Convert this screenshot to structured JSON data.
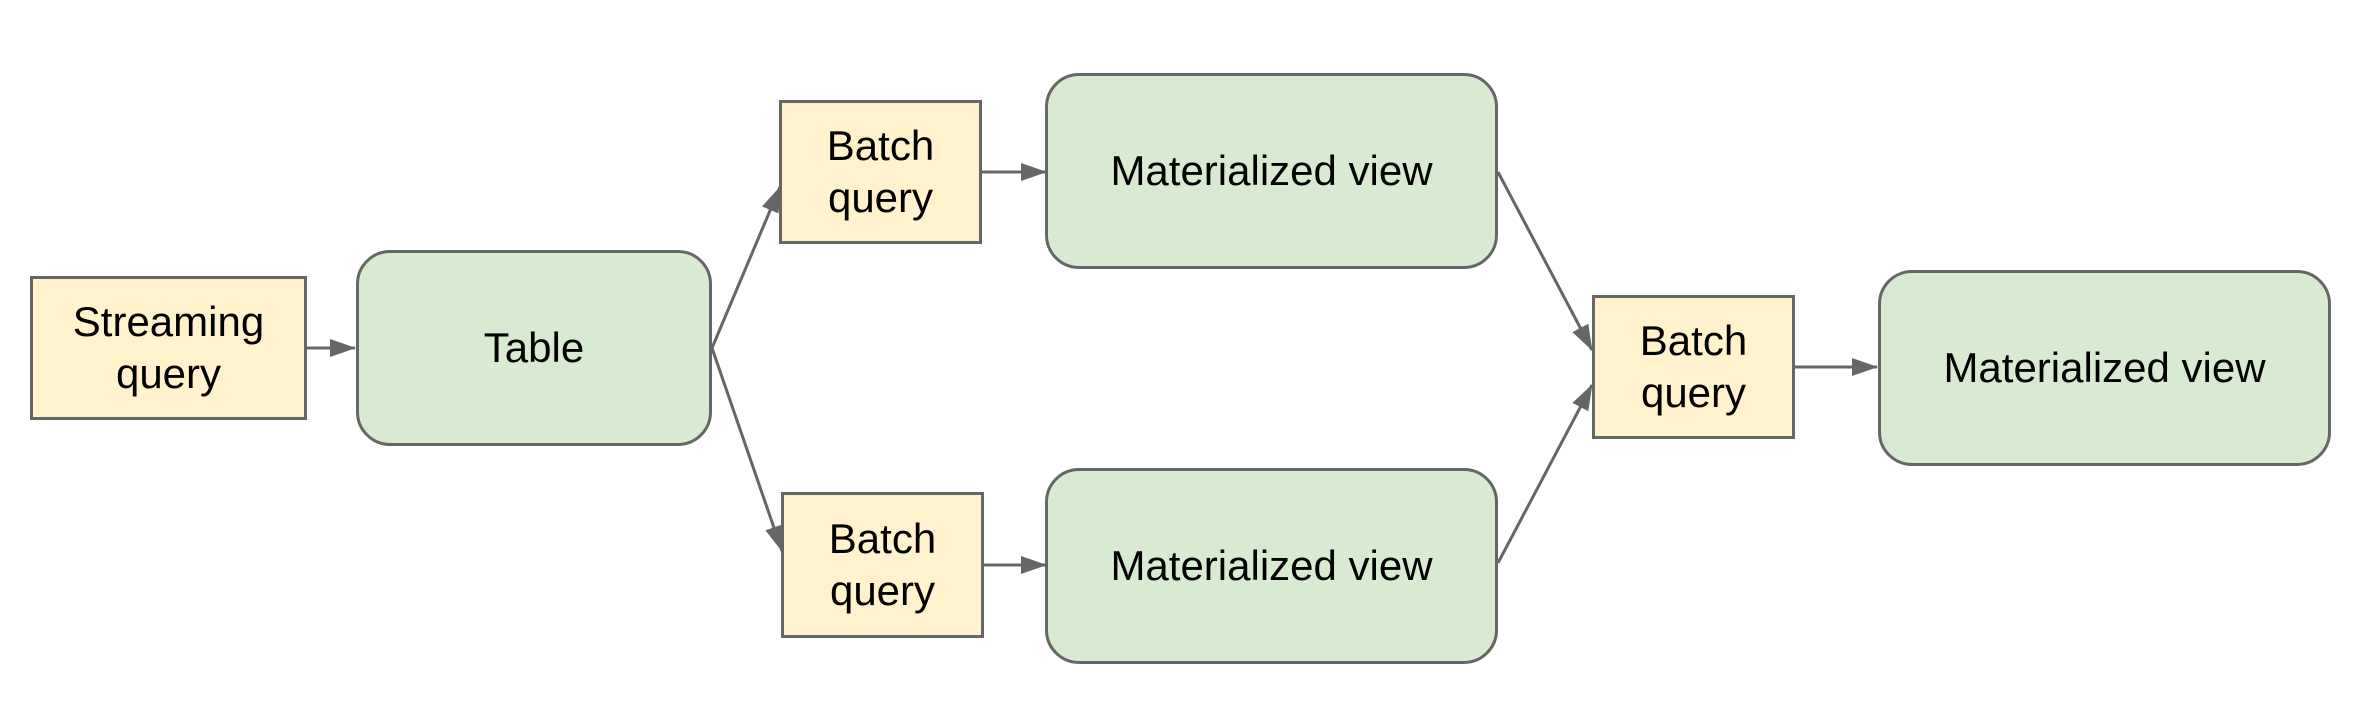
{
  "diagram": {
    "colors": {
      "background": "#ffffff",
      "query_box_fill": "#fff2cc",
      "green_box_fill": "#d9ead3",
      "box_border": "#666666",
      "arrow": "#666666",
      "label_text": "#000000"
    },
    "nodes": {
      "streaming_query": {
        "label": "Streaming query",
        "kind": "query"
      },
      "table": {
        "label": "Table",
        "kind": "view"
      },
      "batch_query_top": {
        "label": "Batch query",
        "kind": "query"
      },
      "materialized_view_top": {
        "label": "Materialized view",
        "kind": "view"
      },
      "batch_query_bottom": {
        "label": "Batch query",
        "kind": "query"
      },
      "materialized_view_bottom": {
        "label": "Materialized view",
        "kind": "view"
      },
      "batch_query_right": {
        "label": "Batch query",
        "kind": "query"
      },
      "materialized_view_right": {
        "label": "Materialized view",
        "kind": "view"
      }
    },
    "edges": [
      {
        "from": "streaming_query",
        "to": "table"
      },
      {
        "from": "table",
        "to": "batch_query_top"
      },
      {
        "from": "table",
        "to": "batch_query_bottom"
      },
      {
        "from": "batch_query_top",
        "to": "materialized_view_top"
      },
      {
        "from": "batch_query_bottom",
        "to": "materialized_view_bottom"
      },
      {
        "from": "materialized_view_top",
        "to": "batch_query_right"
      },
      {
        "from": "materialized_view_bottom",
        "to": "batch_query_right"
      },
      {
        "from": "batch_query_right",
        "to": "materialized_view_right"
      }
    ]
  }
}
